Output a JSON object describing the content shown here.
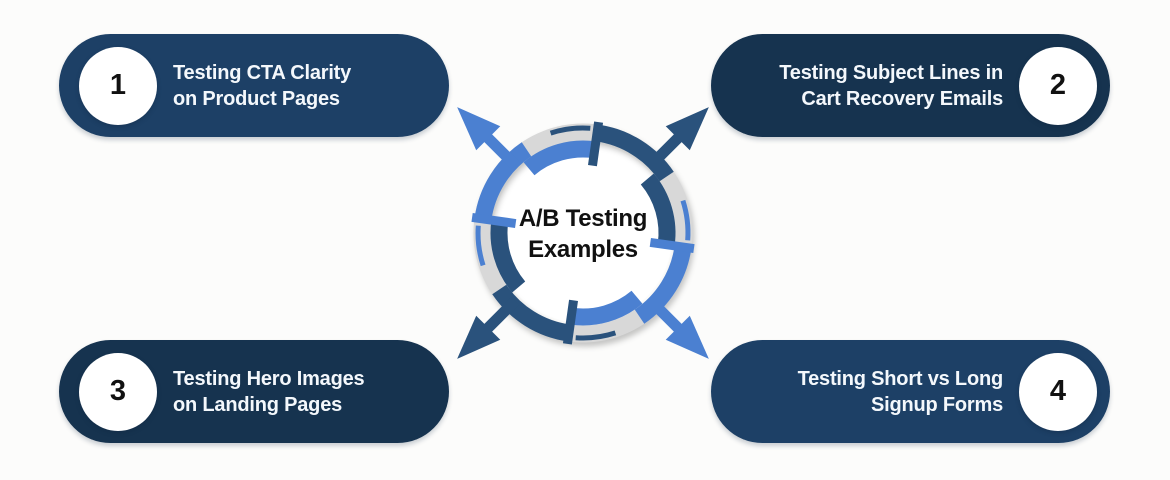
{
  "title": {
    "line1": "A/B Testing",
    "line2": "Examples"
  },
  "items": [
    {
      "number": "1",
      "label": "Testing CTA Clarity on Product Pages",
      "line1": "Testing CTA Clarity",
      "line2": "on Product Pages",
      "variant": "light",
      "circle_side": "left"
    },
    {
      "number": "2",
      "label": "Testing Subject Lines in Cart Recovery Emails",
      "line1": "Testing Subject Lines in",
      "line2": "Cart Recovery Emails",
      "variant": "dark",
      "circle_side": "right"
    },
    {
      "number": "3",
      "label": "Testing Hero Images on Landing Pages",
      "line1": "Testing Hero Images",
      "line2": "on Landing Pages",
      "variant": "dark",
      "circle_side": "left"
    },
    {
      "number": "4",
      "label": "Testing Short vs Long Signup Forms",
      "line1": "Testing Short vs Long",
      "line2": "Signup Forms",
      "variant": "light",
      "circle_side": "right"
    }
  ],
  "diagram": {
    "segments": [
      {
        "position": "top-left",
        "color": "#4b80d1"
      },
      {
        "position": "top-right",
        "color": "#2a527c"
      },
      {
        "position": "bottom-left",
        "color": "#2a527c"
      },
      {
        "position": "bottom-right",
        "color": "#4b80d1"
      }
    ],
    "arrows": [
      {
        "direction": "north-west",
        "color": "#4b80d1"
      },
      {
        "direction": "north-east",
        "color": "#2a527c"
      },
      {
        "direction": "south-west",
        "color": "#2a527c"
      },
      {
        "direction": "south-east",
        "color": "#4b80d1"
      }
    ]
  },
  "colors": {
    "bg": "#fcfcfb",
    "light_blue": "#4b80d1",
    "navy": "#2a527c",
    "light_rim": "#1d4066",
    "dark_rim": "#16334f",
    "ring_gray": "#d8d8d8",
    "pill_text": "#f4f8fc",
    "number_color": "#111111",
    "title_color": "#111111"
  }
}
